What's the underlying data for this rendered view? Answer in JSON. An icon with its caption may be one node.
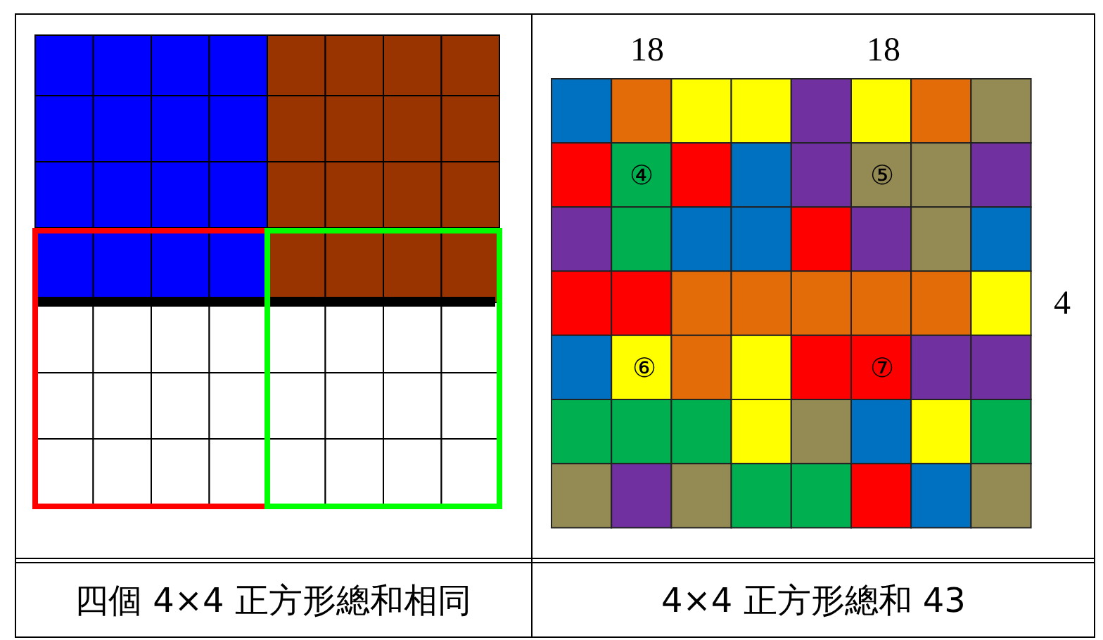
{
  "diagram": {
    "labels": [
      "18",
      "18",
      "④",
      "⑤",
      "4",
      "⑥",
      "⑦",
      "四個 4×4 正方形總和相同",
      "4×4 正方形總和 43"
    ]
  }
}
